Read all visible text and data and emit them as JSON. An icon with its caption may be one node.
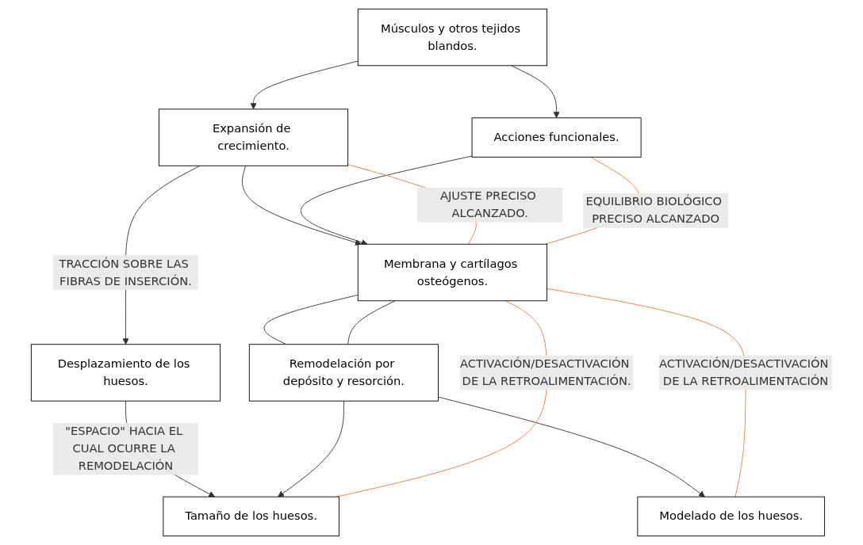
{
  "diagram": {
    "nodes": [
      {
        "text": [
          "Músculos y otros tejidos blandos."
        ]
      },
      {
        "text": [
          "Expansión de crecimiento."
        ]
      },
      {
        "text": [
          "Acciones funcionales."
        ]
      },
      {
        "text": [
          "Membrana y cartílagos osteógenos."
        ]
      },
      {
        "text": [
          "Desplazamiento de los huesos."
        ]
      },
      {
        "text": [
          "Remodelación por depósito y resorción."
        ]
      },
      {
        "text": [
          "Tamaño de los huesos."
        ]
      },
      {
        "text": [
          "Modelado de los huesos."
        ]
      }
    ],
    "edges": [
      {
        "from": 0,
        "to": 1,
        "arrow": "to"
      },
      {
        "from": 0,
        "to": 2,
        "arrow": "to"
      },
      {
        "from": 1,
        "to": 3,
        "arrow": "to"
      },
      {
        "from": 2,
        "to": 3,
        "arrow": "to"
      },
      {
        "from": 1,
        "to": 4,
        "arrow": "to",
        "label": "TRACCIÓN SOBRE LAS FIBRAS DE INSERCIÓN."
      },
      {
        "from": 1,
        "to": 3,
        "arrow": "none",
        "label": "AJUSTE PRECISO ALCANZADO.",
        "color": "#f07a3a"
      },
      {
        "from": 2,
        "to": 3,
        "arrow": "none",
        "label": "EQUILIBRIO BIOLÓGICO PRECISO ALCANZADO",
        "color": "#f07a3a"
      },
      {
        "from": 3,
        "to": 5,
        "arrow": "none"
      },
      {
        "from": 3,
        "to": 5,
        "arrow": "none"
      },
      {
        "from": 4,
        "to": 6,
        "arrow": "to",
        "label": "\"ESPACIO\" HACIA EL CUAL OCURRE LA REMODELACIÓN"
      },
      {
        "from": 5,
        "to": 6,
        "arrow": "to"
      },
      {
        "from": 5,
        "to": 7,
        "arrow": "to"
      },
      {
        "from": 3,
        "to": 6,
        "arrow": "none",
        "label": "ACTIVACIÓN/DESACTIVACIÓN DE LA RETROALIMENTACIÓN.",
        "color": "#f07a3a"
      },
      {
        "from": 3,
        "to": 7,
        "arrow": "none",
        "label": "ACTIVACIÓN/DESACTIVACIÓN DE LA RETROALIMENTACIÓN",
        "color": "#f07a3a"
      }
    ]
  }
}
